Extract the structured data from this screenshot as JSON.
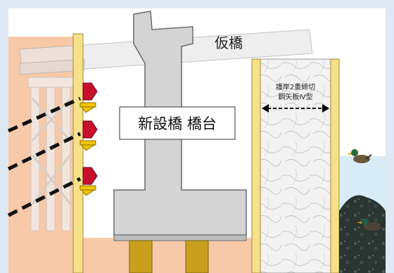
{
  "labels": {
    "temporary_bridge": "仮橋",
    "new_abutment": "新設橋 橋台",
    "sheet_pile_line1": "護岸2重締切",
    "sheet_pile_line2": "鋼矢板Ⅳ型"
  },
  "colors": {
    "frame": "#dfe9f5",
    "soil": "#f8c9a8",
    "concrete": "#d4d4d4",
    "concrete_stroke": "#6b6b6b",
    "sheet_pile": "#f7e08a",
    "pile": "#c8a01e",
    "water": "#d8edf8",
    "anchor_red": "#c8102e",
    "anchor_yellow": "#f2c400",
    "tie_line": "#111111",
    "rock": "#26302c"
  },
  "icons": {
    "duck_top": "duck-icon",
    "duck_swimming": "duck-icon"
  }
}
